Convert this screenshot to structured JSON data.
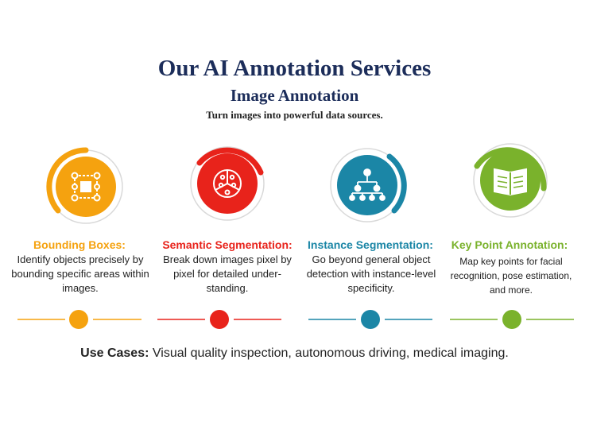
{
  "header": {
    "title": "Our AI Annotation Services",
    "subtitle": "Image Annotation",
    "tagline": "Turn images into powerful data sources."
  },
  "services": [
    {
      "heading": "Bounding Boxes:",
      "description": "Identify objects precisely by bounding specific areas within images.",
      "color": "#f5a20f",
      "icon": "bounding-box-icon"
    },
    {
      "heading": "Semantic Segmentation:",
      "description": "Break down images pixel by pixel for detailed under-standing.",
      "color": "#e8231b",
      "icon": "segmentation-pie-icon"
    },
    {
      "heading": "Instance Segmentation:",
      "description": "Go beyond general object detection with instance-level specificity.",
      "color": "#1b86a6",
      "icon": "hierarchy-icon"
    },
    {
      "heading": "Key Point Annotation:",
      "description": "Map key points for facial recognition, pose estimation, and more.",
      "color": "#7ab22c",
      "icon": "open-book-icon"
    }
  ],
  "use_cases": {
    "label": "Use Cases:",
    "text": " Visual quality inspection, autonomous driving, medical imaging."
  }
}
